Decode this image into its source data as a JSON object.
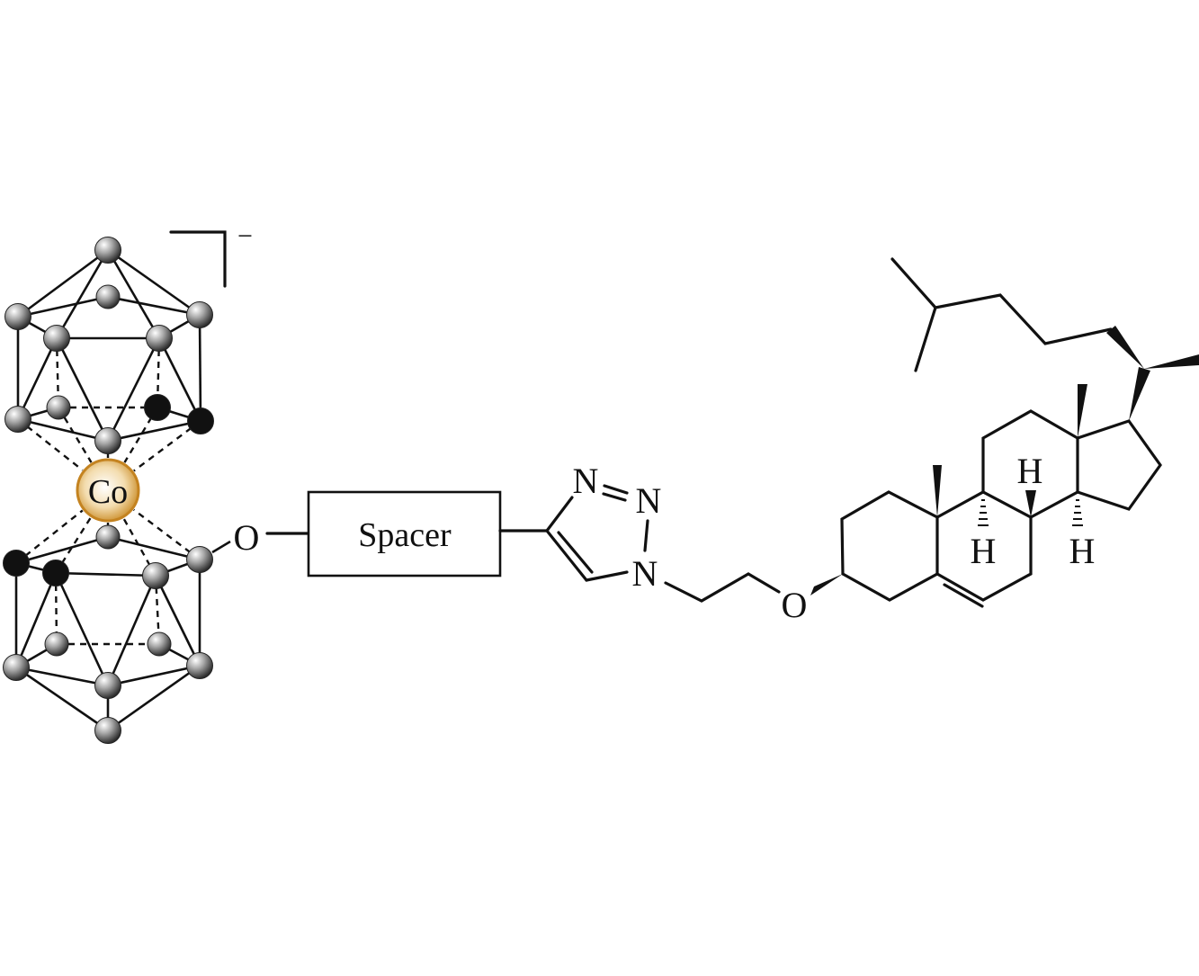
{
  "diagram": {
    "charge": "−",
    "metal_label": "Co",
    "linker_oxygen": "O",
    "spacer_label": "Spacer",
    "triazole": {
      "n1": "N",
      "n2": "N",
      "n3": "N"
    },
    "ether_oxygen": "O",
    "steroid_h_labels": [
      "H",
      "H",
      "H"
    ],
    "colors": {
      "cobalt": "#d4962e",
      "boron": "#9a9a9a",
      "carbon_vertex": "#111111",
      "line": "#111111"
    }
  }
}
